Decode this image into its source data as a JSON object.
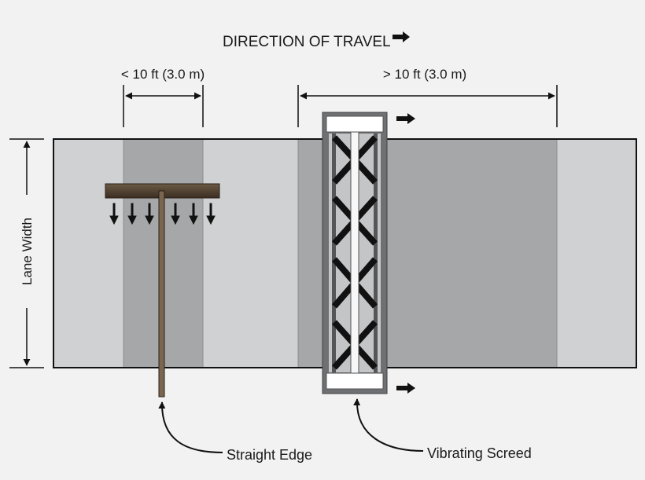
{
  "title": "DIRECTION OF TRAVEL",
  "dimension_short": "< 10 ft (3.0 m)",
  "dimension_long": "> 10 ft (3.0 m)",
  "lane_width_label": "Lane Width",
  "straight_edge_label": "Straight Edge",
  "vibrating_screed_label": "Vibrating Screed",
  "colors": {
    "background": "#f2f2f2",
    "road_light": "#d0d1d3",
    "road_dark": "#a6a7a9",
    "straight_edge": "#4a3a2a",
    "screed_frame": "#6f7072",
    "screed_truss": "#111111"
  }
}
